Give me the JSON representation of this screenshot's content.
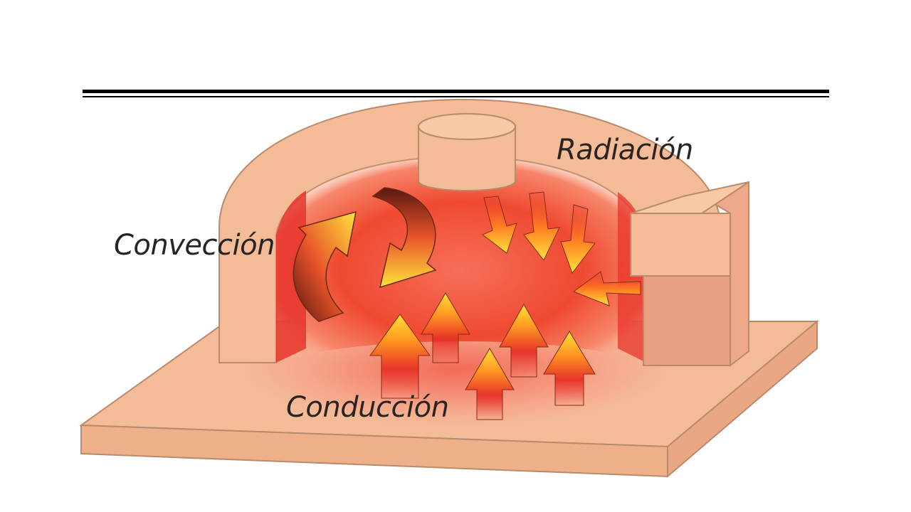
{
  "labels": {
    "radiation": "Radiación",
    "convection": "Convección",
    "conduction": "Conducción"
  },
  "colors": {
    "oven_body": "#f4bc96",
    "oven_outline": "#b98a6c",
    "heat_core": "#ef4a30",
    "arrow_tip": "#ffe23a",
    "arrow_base": "#e8342a"
  }
}
